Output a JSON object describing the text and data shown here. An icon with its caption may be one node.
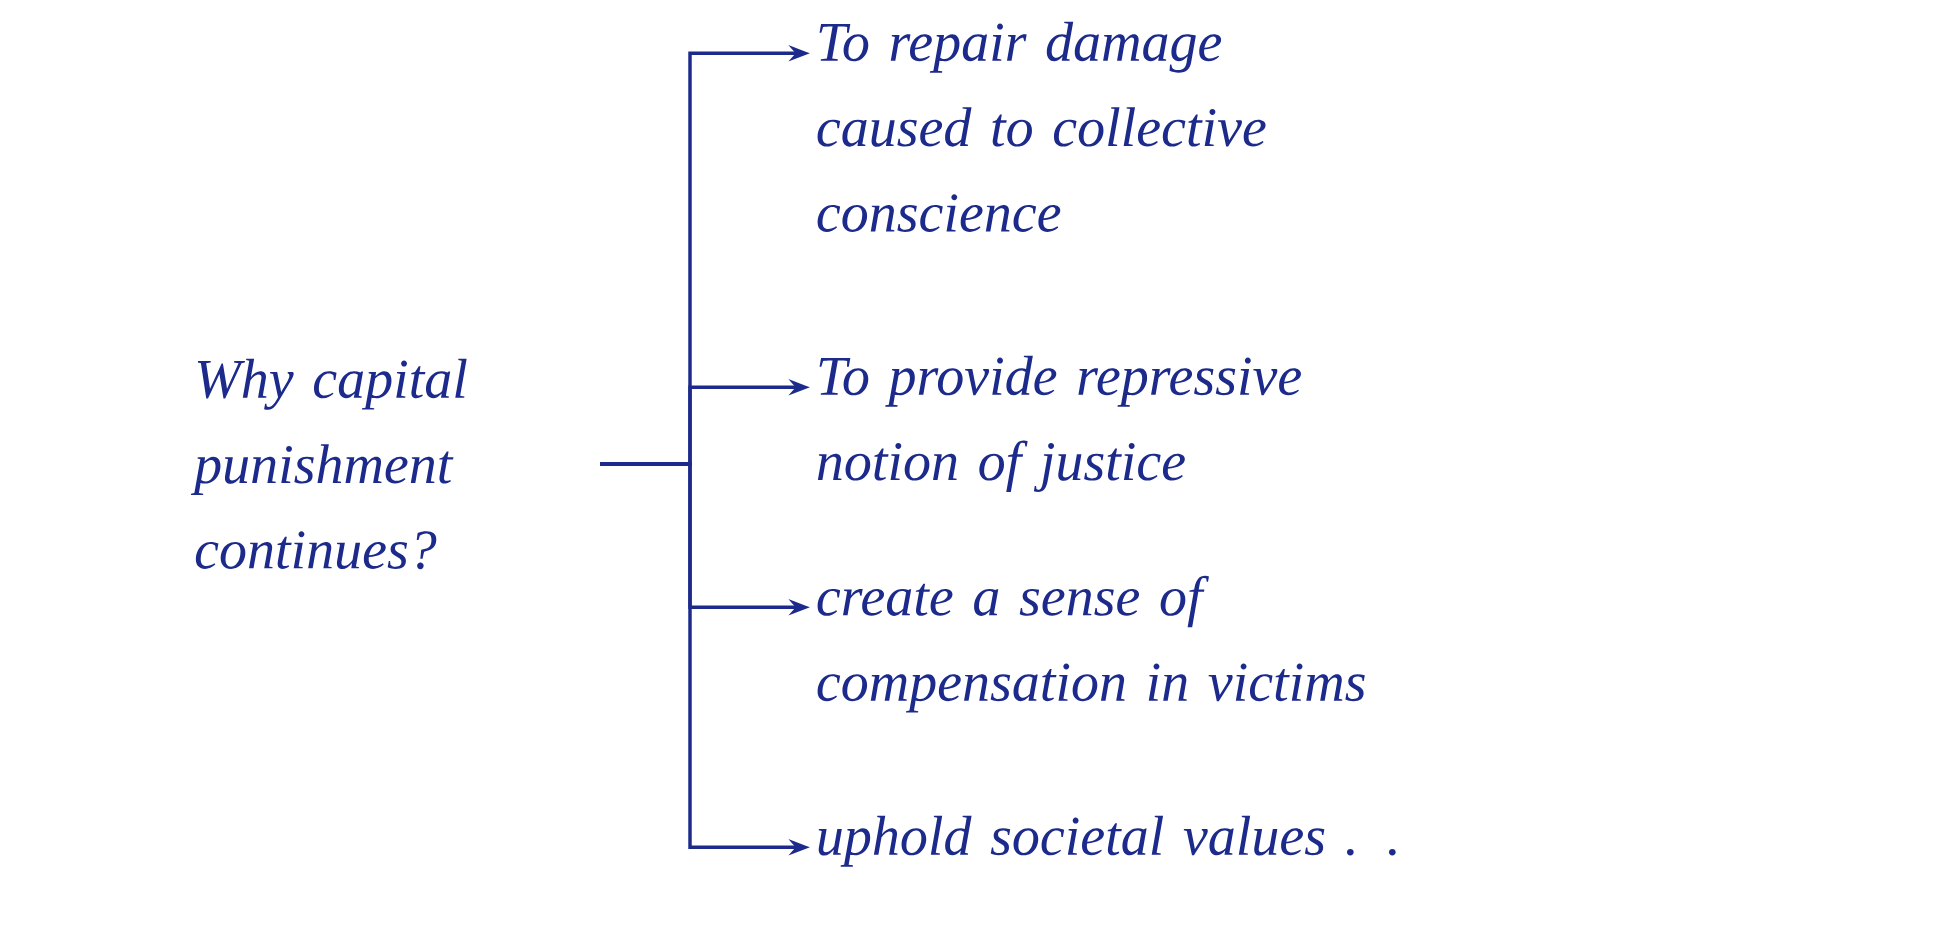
{
  "diagram": {
    "nodes": [
      {
        "text": [
          "Why capital punishment continues?"
        ]
      },
      {
        "text": [
          "To repair damage caused to collective conscience"
        ]
      },
      {
        "text": [
          "To provide repressive notion of justice"
        ]
      },
      {
        "text": [
          "create a sense of compensation in victims"
        ]
      },
      {
        "text": [
          "uphold societal values . ."
        ]
      }
    ],
    "edges": [
      {
        "from": 0,
        "to": 1,
        "arrow": "to"
      },
      {
        "from": 0,
        "to": 2,
        "arrow": "to"
      },
      {
        "from": 0,
        "to": 3,
        "arrow": "to"
      },
      {
        "from": 0,
        "to": 4,
        "arrow": "to"
      }
    ]
  }
}
